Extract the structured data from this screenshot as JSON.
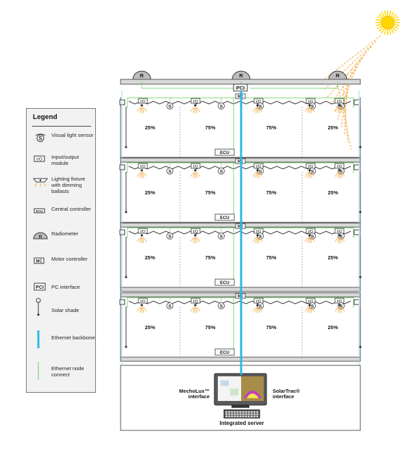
{
  "legend": {
    "title": "Legend",
    "items": [
      {
        "key": "sensor",
        "label": "Visual light sensor",
        "icon": "light-sensor-icon"
      },
      {
        "key": "io",
        "label": "Input/output module",
        "icon": "io-module-icon"
      },
      {
        "key": "fixture",
        "label": "Lighting fixture with dimming ballasts",
        "icon": "light-fixture-icon"
      },
      {
        "key": "ecu",
        "label": "Central controller",
        "icon": "central-controller-icon"
      },
      {
        "key": "radiometer",
        "label": "Radiometer",
        "icon": "radiometer-icon"
      },
      {
        "key": "mc",
        "label": "Motor controller",
        "icon": "motor-controller-icon"
      },
      {
        "key": "pci",
        "label": "PC interface",
        "icon": "pc-interface-icon"
      },
      {
        "key": "shade",
        "label": "Solar shade",
        "icon": "solar-shade-icon"
      },
      {
        "key": "backbone",
        "label": "Ethernet backbone",
        "icon": "ethernet-backbone-line"
      },
      {
        "key": "node",
        "label": "Ethernet node connect",
        "icon": "ethernet-node-line"
      }
    ]
  },
  "labels": {
    "radiometer": "R",
    "pci": "PCI",
    "mc": "MC",
    "ecu": "ECU",
    "io": "I/O",
    "sensor": "S"
  },
  "floors": [
    {
      "zones": [
        "25%",
        "75%",
        "75%",
        "25%"
      ]
    },
    {
      "zones": [
        "25%",
        "75%",
        "75%",
        "25%"
      ]
    },
    {
      "zones": [
        "25%",
        "75%",
        "75%",
        "25%"
      ]
    },
    {
      "zones": [
        "25%",
        "75%",
        "75%",
        "25%"
      ]
    }
  ],
  "server": {
    "left_label": "MechoLux™ interface",
    "right_label": "SolarTrac® interface",
    "caption": "Integrated server"
  },
  "colors": {
    "backbone": "#29b7e6",
    "node": "#7dd87a",
    "sun": "#ffd700",
    "sun_rays": "#f2a63b",
    "slab": "#d9d9d9",
    "legend_bg": "#f2f2f2"
  }
}
